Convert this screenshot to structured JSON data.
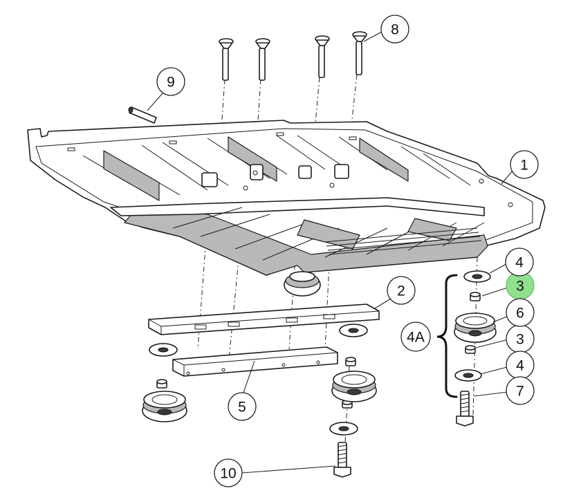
{
  "diagram": {
    "callouts": [
      {
        "id": "c1",
        "label": "1",
        "highlight": false
      },
      {
        "id": "c2",
        "label": "2",
        "highlight": false
      },
      {
        "id": "c3a",
        "label": "3",
        "highlight": true
      },
      {
        "id": "c3b",
        "label": "3",
        "highlight": false
      },
      {
        "id": "c4a",
        "label": "4",
        "highlight": false
      },
      {
        "id": "c4b",
        "label": "4",
        "highlight": false
      },
      {
        "id": "c4A",
        "label": "4A",
        "highlight": false
      },
      {
        "id": "c5",
        "label": "5",
        "highlight": false
      },
      {
        "id": "c6",
        "label": "6",
        "highlight": false
      },
      {
        "id": "c7",
        "label": "7",
        "highlight": false
      },
      {
        "id": "c8",
        "label": "8",
        "highlight": false
      },
      {
        "id": "c9",
        "label": "9",
        "highlight": false
      },
      {
        "id": "c10",
        "label": "10",
        "highlight": false
      }
    ],
    "highlight_color": "#8fe08f",
    "line_color": "#1a1a1a"
  }
}
